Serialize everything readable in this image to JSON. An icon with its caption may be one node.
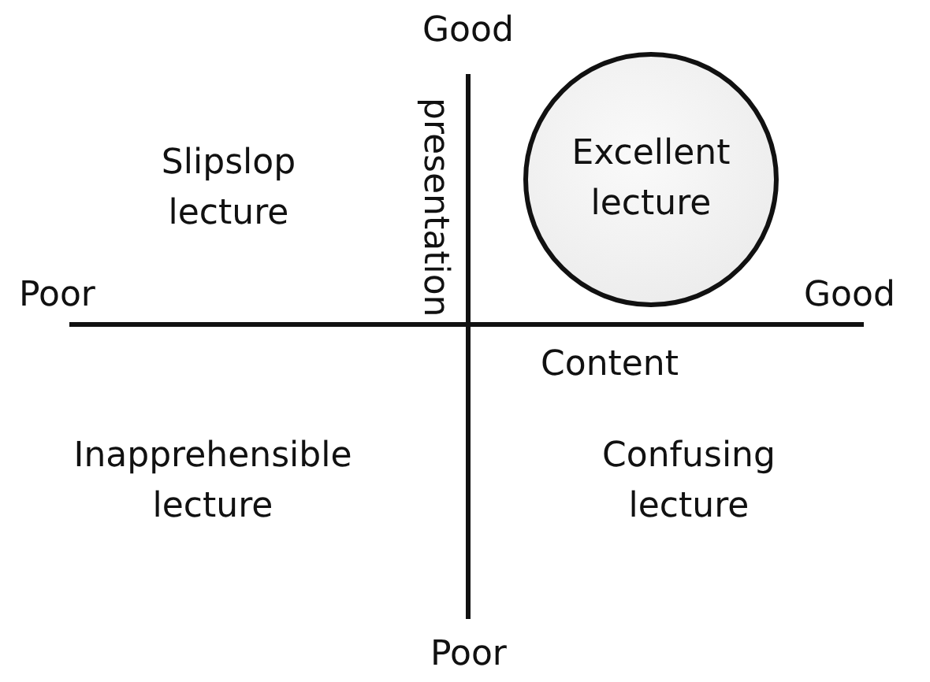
{
  "diagram": {
    "nodes": [
      {
        "text": [
          "Excellent lecture"
        ]
      }
    ],
    "edges": [],
    "labels": [
      "Good",
      "Slipslop lecture",
      "presentation",
      "Poor",
      "Good",
      "Content",
      "Inapprehensible lecture",
      "Confusing lecture",
      "Poor"
    ]
  }
}
